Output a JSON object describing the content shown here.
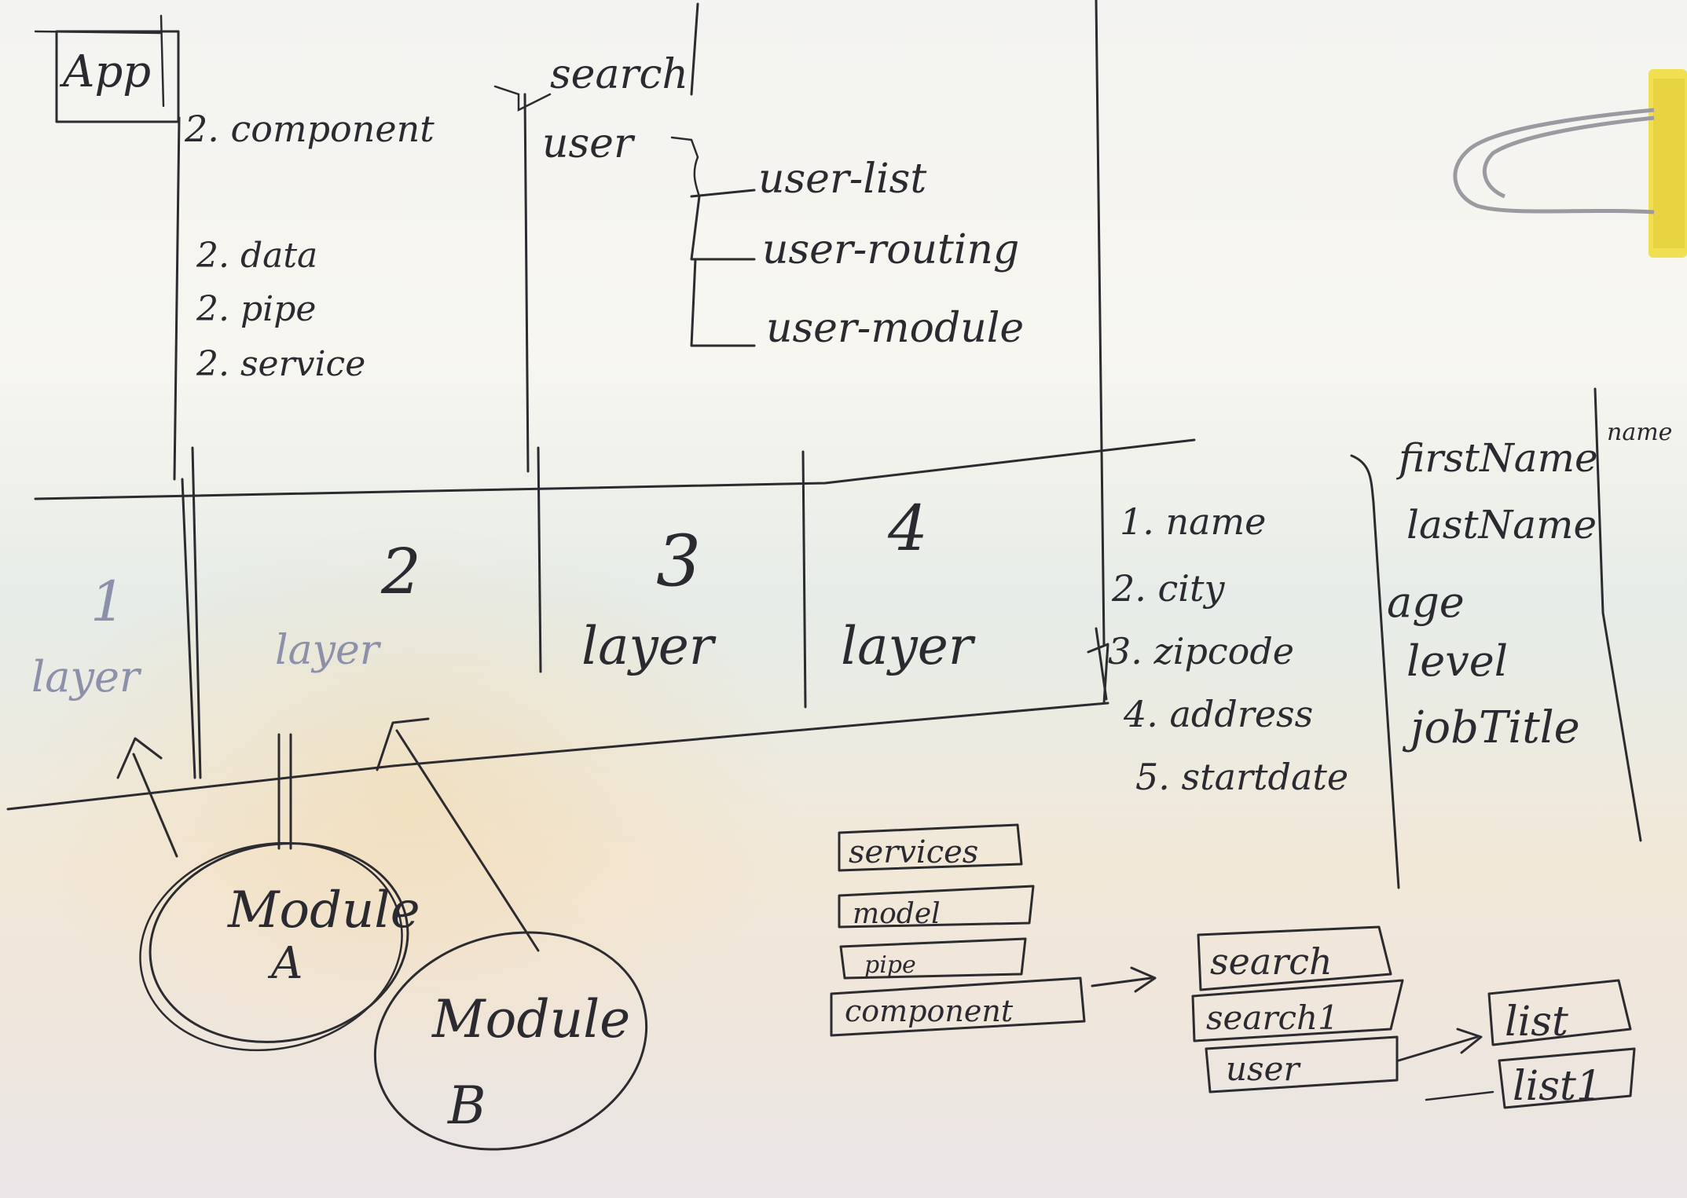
{
  "app_box": {
    "label": "App"
  },
  "col1": {
    "component": "2. component",
    "data": "2. data",
    "pipe": "2. pipe",
    "service": "2. service"
  },
  "col2": {
    "search": "search",
    "user": "user"
  },
  "col3": {
    "user_list": "user-list",
    "user_routing": "user-routing",
    "user_module": "user-module"
  },
  "layers": [
    {
      "number": "1",
      "label": "layer"
    },
    {
      "number": "2",
      "label": "layer"
    },
    {
      "number": "3",
      "label": "layer"
    },
    {
      "number": "4",
      "label": "layer"
    }
  ],
  "fields1": [
    "1. name",
    "2. city",
    "3. zipcode",
    "4. address",
    "5. startdate"
  ],
  "fields2": [
    "firstName",
    "lastName",
    "age",
    "level",
    "jobTitle"
  ],
  "fields2_side": "name",
  "modules": {
    "a": "Module A",
    "b": "Module B"
  },
  "folder_stack": [
    "services",
    "model",
    "pipe",
    "component"
  ],
  "sub_stack": [
    "search",
    "search1",
    "user"
  ],
  "list_stack": [
    "list",
    "list1"
  ],
  "clip_color": "#f0df50"
}
